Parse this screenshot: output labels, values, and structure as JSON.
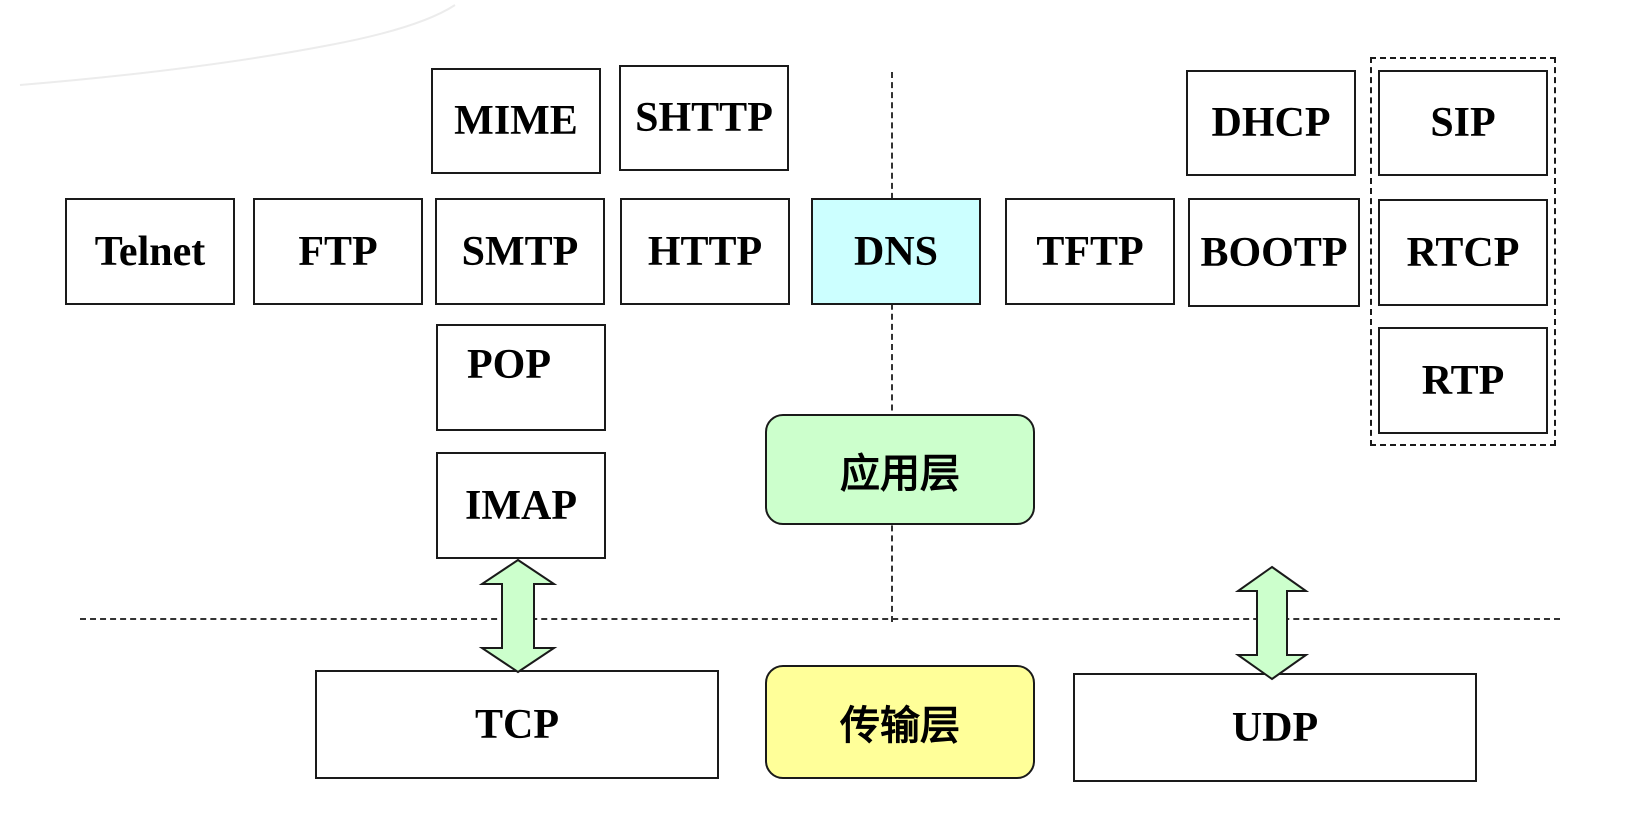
{
  "application_protocols": {
    "telnet": "Telnet",
    "ftp": "FTP",
    "smtp": "SMTP",
    "http": "HTTP",
    "dns": "DNS",
    "tftp": "TFTP",
    "bootp": "BOOTP",
    "rtcp": "RTCP",
    "mime": "MIME",
    "shttp": "SHTTP",
    "dhcp": "DHCP",
    "sip": "SIP",
    "pop": "POP",
    "imap": "IMAP",
    "rtp": "RTP"
  },
  "transport_protocols": {
    "tcp": "TCP",
    "udp": "UDP"
  },
  "layers": {
    "application": "应用层",
    "transport": "传输层"
  },
  "colors": {
    "dns_fill": "#ccffff",
    "application_layer_fill": "#ccffcc",
    "transport_layer_fill": "#ffff99",
    "arrow_fill": "#ccffcc",
    "stroke": "#1a1a1a"
  }
}
